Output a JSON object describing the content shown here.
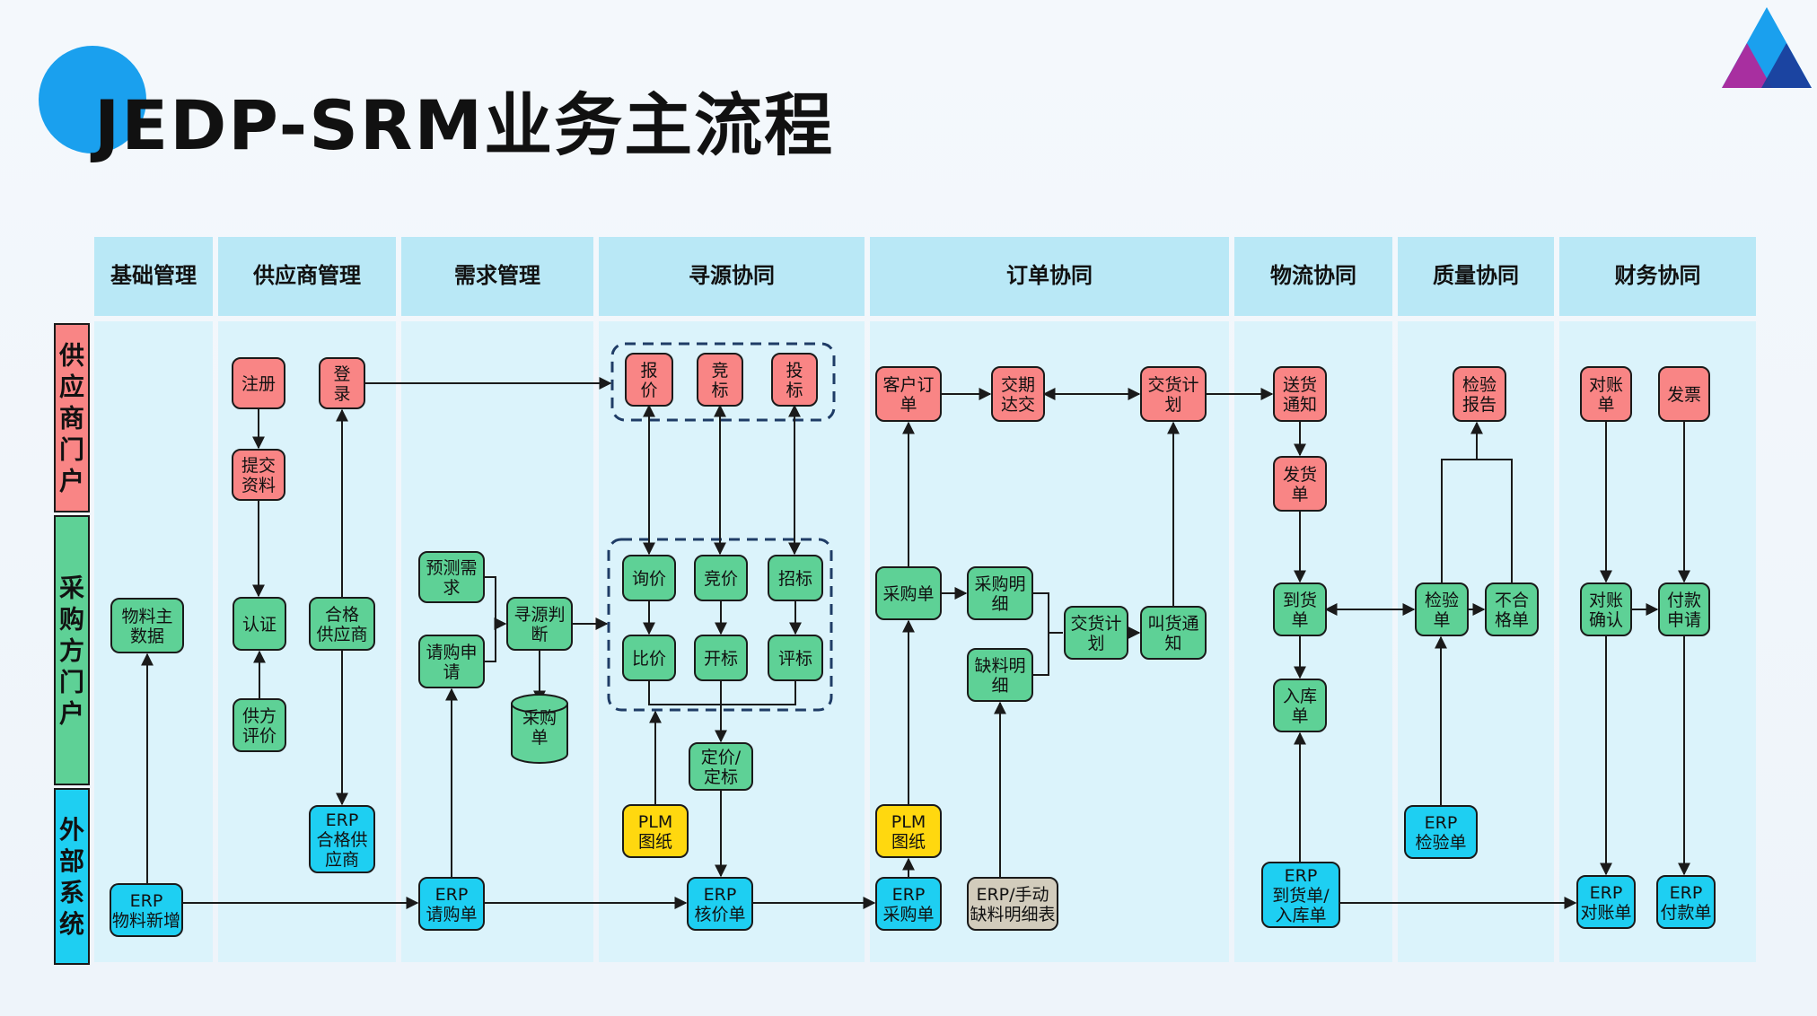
{
  "title": "JEDP-SRM业务主流程",
  "colors": {
    "supplier": "#f98585",
    "buyer": "#5ed196",
    "external": "#1ecff2",
    "plm": "#ffd80f",
    "erp_manual": "#d2ccbc",
    "header": "#b9e8f6",
    "band": "#dbf3fb",
    "title_circle": "#1aa0ee"
  },
  "columns": [
    {
      "id": "base",
      "label": "基础管理"
    },
    {
      "id": "supplier",
      "label": "供应商管理"
    },
    {
      "id": "demand",
      "label": "需求管理"
    },
    {
      "id": "sourcing",
      "label": "寻源协同"
    },
    {
      "id": "order",
      "label": "订单协同"
    },
    {
      "id": "logistics",
      "label": "物流协同"
    },
    {
      "id": "quality",
      "label": "质量协同"
    },
    {
      "id": "finance",
      "label": "财务协同"
    }
  ],
  "lanes": [
    {
      "id": "supplier",
      "lines": [
        "供",
        "应",
        "商",
        "门",
        "户"
      ],
      "color": "#f98585"
    },
    {
      "id": "buyer",
      "lines": [
        "采",
        "购",
        "方",
        "门",
        "户"
      ],
      "color": "#5ed196"
    },
    {
      "id": "external",
      "lines": [
        "外",
        "部",
        "系",
        "统"
      ],
      "color": "#1ecff2"
    }
  ],
  "nodes": [
    {
      "id": "material",
      "lines": [
        "物料主",
        "数据"
      ],
      "type": "buyer"
    },
    {
      "id": "erp_material",
      "lines": [
        "ERP",
        "物料新增"
      ],
      "type": "external"
    },
    {
      "id": "register",
      "lines": [
        "注册"
      ],
      "type": "supplier"
    },
    {
      "id": "submit",
      "lines": [
        "提交",
        "资料"
      ],
      "type": "supplier"
    },
    {
      "id": "certify",
      "lines": [
        "认证"
      ],
      "type": "buyer"
    },
    {
      "id": "supplier_eval",
      "lines": [
        "供方",
        "评价"
      ],
      "type": "buyer"
    },
    {
      "id": "login",
      "lines": [
        "登",
        "录"
      ],
      "type": "supplier"
    },
    {
      "id": "qualified",
      "lines": [
        "合格",
        "供应商"
      ],
      "type": "buyer"
    },
    {
      "id": "erp_qualified",
      "lines": [
        "ERP",
        "合格供",
        "应商"
      ],
      "type": "external"
    },
    {
      "id": "forecast",
      "lines": [
        "预测需",
        "求"
      ],
      "type": "buyer"
    },
    {
      "id": "request",
      "lines": [
        "请购申",
        "请"
      ],
      "type": "buyer"
    },
    {
      "id": "judge",
      "lines": [
        "寻源判",
        "断"
      ],
      "type": "buyer"
    },
    {
      "id": "erp_request",
      "lines": [
        "ERP",
        "请购单"
      ],
      "type": "external"
    },
    {
      "id": "quote",
      "lines": [
        "报",
        "价"
      ],
      "type": "supplier"
    },
    {
      "id": "bid",
      "lines": [
        "竞",
        "标"
      ],
      "type": "supplier"
    },
    {
      "id": "tender",
      "lines": [
        "投",
        "标"
      ],
      "type": "supplier"
    },
    {
      "id": "inquiry",
      "lines": [
        "询价"
      ],
      "type": "buyer"
    },
    {
      "id": "compete",
      "lines": [
        "竞价"
      ],
      "type": "buyer"
    },
    {
      "id": "invite",
      "lines": [
        "招标"
      ],
      "type": "buyer"
    },
    {
      "id": "compare",
      "lines": [
        "比价"
      ],
      "type": "buyer"
    },
    {
      "id": "open_bid",
      "lines": [
        "开标"
      ],
      "type": "buyer"
    },
    {
      "id": "evaluate",
      "lines": [
        "评标"
      ],
      "type": "buyer"
    },
    {
      "id": "pricing",
      "lines": [
        "定价/",
        "定标"
      ],
      "type": "buyer"
    },
    {
      "id": "plm1",
      "lines": [
        "PLM",
        "图纸"
      ],
      "type": "plm"
    },
    {
      "id": "erp_price",
      "lines": [
        "ERP",
        "核价单"
      ],
      "type": "external"
    },
    {
      "id": "cust_order",
      "lines": [
        "客户订",
        "单"
      ],
      "type": "supplier"
    },
    {
      "id": "delivery_date",
      "lines": [
        "交期",
        "达交"
      ],
      "type": "supplier"
    },
    {
      "id": "delivery_plan_s",
      "lines": [
        "交货计",
        "划"
      ],
      "type": "supplier"
    },
    {
      "id": "po",
      "lines": [
        "采购单"
      ],
      "type": "buyer"
    },
    {
      "id": "po_detail",
      "lines": [
        "采购明",
        "细"
      ],
      "type": "buyer"
    },
    {
      "id": "shortage",
      "lines": [
        "缺料明",
        "细"
      ],
      "type": "buyer"
    },
    {
      "id": "delivery_plan_b",
      "lines": [
        "交货计",
        "划"
      ],
      "type": "buyer"
    },
    {
      "id": "call_notice",
      "lines": [
        "叫货通",
        "知"
      ],
      "type": "buyer"
    },
    {
      "id": "plm2",
      "lines": [
        "PLM",
        "图纸"
      ],
      "type": "plm"
    },
    {
      "id": "erp_po",
      "lines": [
        "ERP",
        "采购单"
      ],
      "type": "external"
    },
    {
      "id": "erp_manual",
      "lines": [
        "ERP/手动",
        "缺料明细表"
      ],
      "type": "erp_manual"
    },
    {
      "id": "ship_notice",
      "lines": [
        "送货",
        "通知"
      ],
      "type": "supplier"
    },
    {
      "id": "ship_order",
      "lines": [
        "发货",
        "单"
      ],
      "type": "supplier"
    },
    {
      "id": "arrival",
      "lines": [
        "到货",
        "单"
      ],
      "type": "buyer"
    },
    {
      "id": "stock_in",
      "lines": [
        "入库",
        "单"
      ],
      "type": "buyer"
    },
    {
      "id": "erp_arrival",
      "lines": [
        "ERP",
        "到货单/",
        "入库单"
      ],
      "type": "external"
    },
    {
      "id": "inspect_report",
      "lines": [
        "检验",
        "报告"
      ],
      "type": "supplier"
    },
    {
      "id": "inspect",
      "lines": [
        "检验",
        "单"
      ],
      "type": "buyer"
    },
    {
      "id": "reject",
      "lines": [
        "不合",
        "格单"
      ],
      "type": "buyer"
    },
    {
      "id": "erp_inspect",
      "lines": [
        "ERP",
        "检验单"
      ],
      "type": "external"
    },
    {
      "id": "statement",
      "lines": [
        "对账",
        "单"
      ],
      "type": "supplier"
    },
    {
      "id": "invoice",
      "lines": [
        "发票"
      ],
      "type": "supplier"
    },
    {
      "id": "confirm",
      "lines": [
        "对账",
        "确认"
      ],
      "type": "buyer"
    },
    {
      "id": "pay_request",
      "lines": [
        "付款",
        "申请"
      ],
      "type": "buyer"
    },
    {
      "id": "erp_statement",
      "lines": [
        "ERP",
        "对账单"
      ],
      "type": "external"
    },
    {
      "id": "erp_payment",
      "lines": [
        "ERP",
        "付款单"
      ],
      "type": "external"
    }
  ],
  "database": {
    "id": "po_db",
    "lines": [
      "采购",
      "单"
    ]
  }
}
